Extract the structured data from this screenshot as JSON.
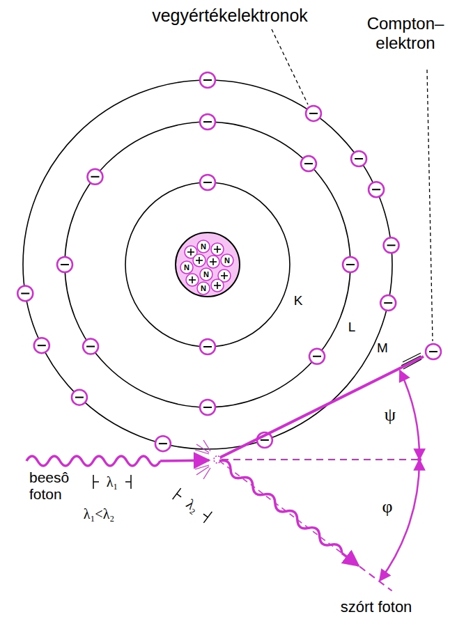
{
  "diagram": {
    "labels": [
      "vegyértékelektronok",
      "Compton– elektron",
      "N",
      "N",
      "N",
      "N",
      "N",
      "K",
      "L",
      "M",
      "ψ",
      "φ",
      "beesô foton",
      "λ₁",
      "λ₁<λ₂",
      "λ₂",
      "szórt foton"
    ]
  }
}
